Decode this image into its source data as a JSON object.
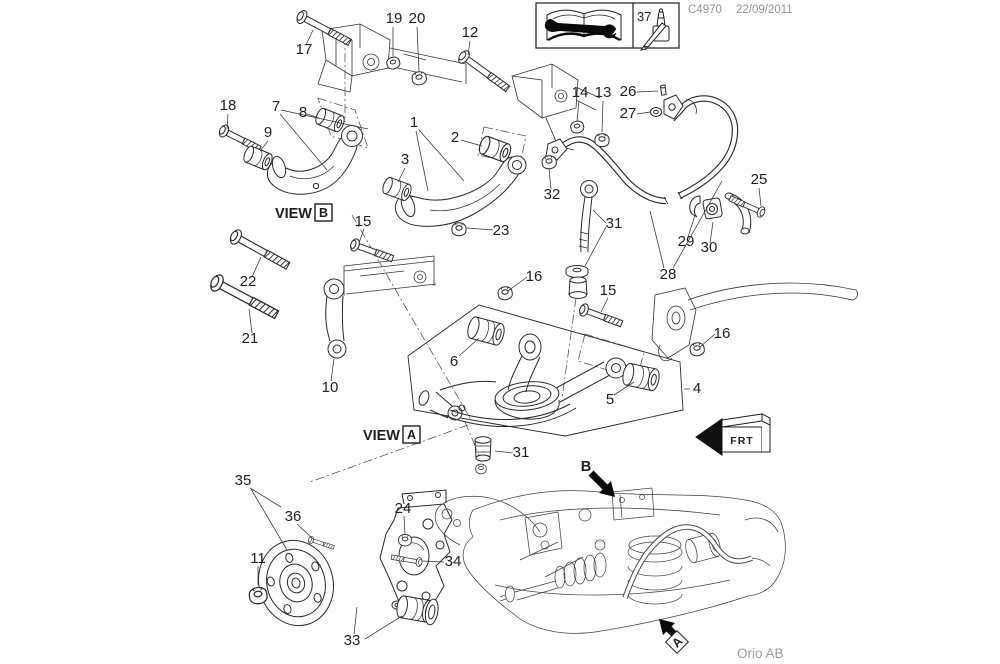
{
  "doc": {
    "code": "C4970",
    "date": "22/09/2011",
    "publisher": "Orio AB"
  },
  "legend": {
    "callout": "37"
  },
  "views": {
    "b_word": "VIEW",
    "b_letter": "B",
    "a_word": "VIEW",
    "a_letter": "A"
  },
  "markers": {
    "frt": "FRT",
    "arrow_b": "B",
    "arrow_a": "A"
  },
  "callouts": [
    {
      "n": "17"
    },
    {
      "n": "19"
    },
    {
      "n": "20"
    },
    {
      "n": "12"
    },
    {
      "n": "18"
    },
    {
      "n": "7"
    },
    {
      "n": "8"
    },
    {
      "n": "9"
    },
    {
      "n": "1"
    },
    {
      "n": "2"
    },
    {
      "n": "3"
    },
    {
      "n": "14"
    },
    {
      "n": "13"
    },
    {
      "n": "26"
    },
    {
      "n": "27"
    },
    {
      "n": "25"
    },
    {
      "n": "32"
    },
    {
      "n": "31"
    },
    {
      "n": "29"
    },
    {
      "n": "30"
    },
    {
      "n": "28"
    },
    {
      "n": "15"
    },
    {
      "n": "23"
    },
    {
      "n": "22"
    },
    {
      "n": "21"
    },
    {
      "n": "10"
    },
    {
      "n": "16"
    },
    {
      "n": "6"
    },
    {
      "n": "15"
    },
    {
      "n": "16"
    },
    {
      "n": "4"
    },
    {
      "n": "5"
    },
    {
      "n": "31"
    },
    {
      "n": "35"
    },
    {
      "n": "36"
    },
    {
      "n": "24"
    },
    {
      "n": "11"
    },
    {
      "n": "34"
    },
    {
      "n": "33"
    }
  ]
}
